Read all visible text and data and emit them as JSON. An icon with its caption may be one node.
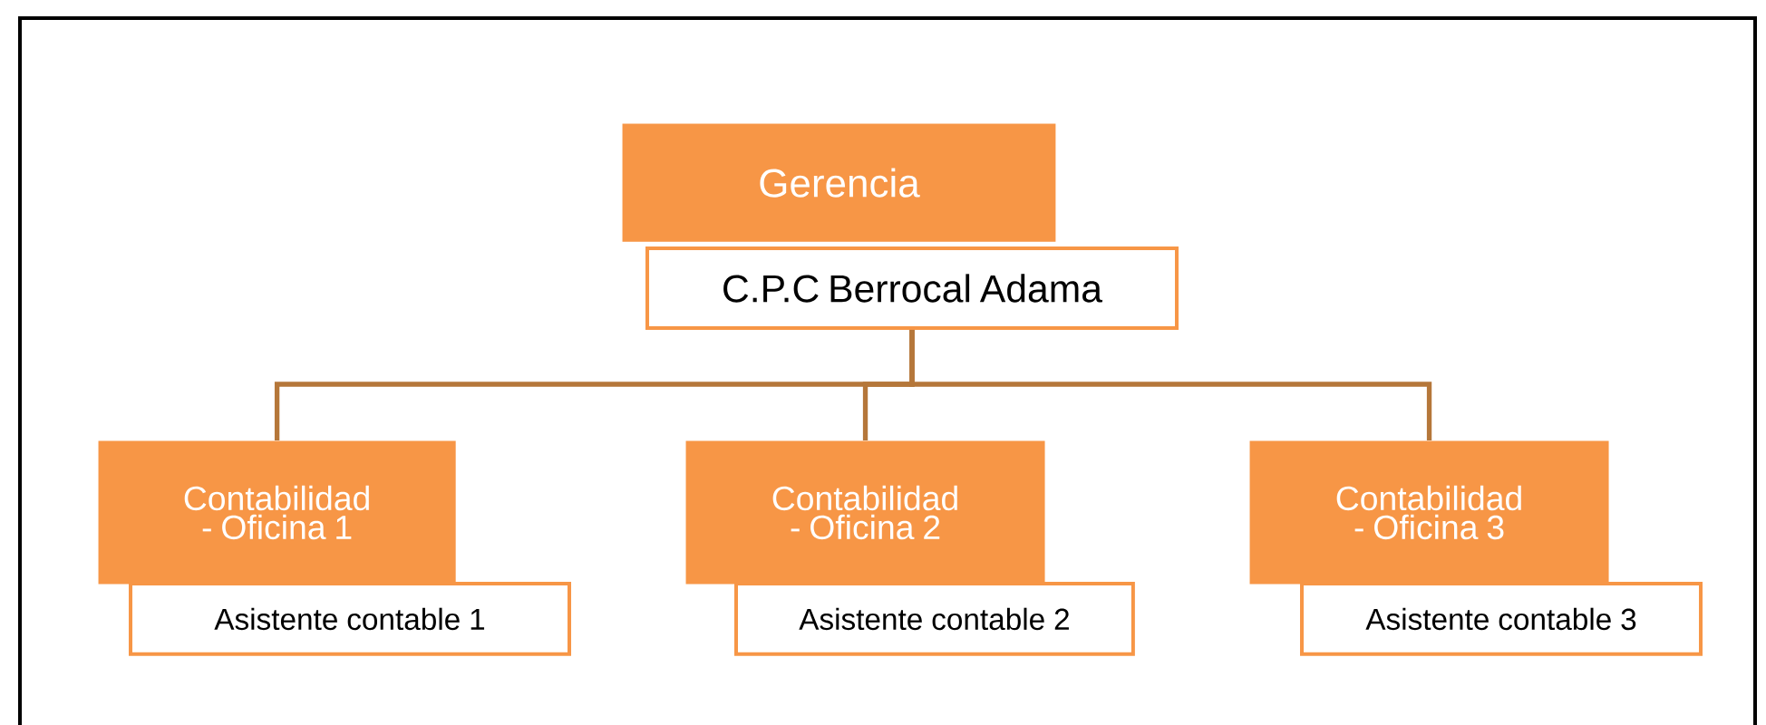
{
  "diagram": {
    "nodes": [
      {
        "text": [
          "Gerencia"
        ]
      },
      {
        "text": [
          "C.P.C Berrocal Adama"
        ]
      },
      {
        "text": [
          "Contabilidad - Oficina 1"
        ]
      },
      {
        "text": [
          "Asistente contable 1"
        ]
      },
      {
        "text": [
          "Contabilidad - Oficina 2"
        ]
      },
      {
        "text": [
          "Asistente contable 2"
        ]
      },
      {
        "text": [
          "Contabilidad - Oficina 3"
        ]
      },
      {
        "text": [
          "Asistente contable 3"
        ]
      }
    ],
    "edges": [
      {
        "from": 1,
        "to": 2,
        "arrow": "none"
      },
      {
        "from": 1,
        "to": 4,
        "arrow": "none"
      },
      {
        "from": 1,
        "to": 6,
        "arrow": "none"
      }
    ]
  }
}
